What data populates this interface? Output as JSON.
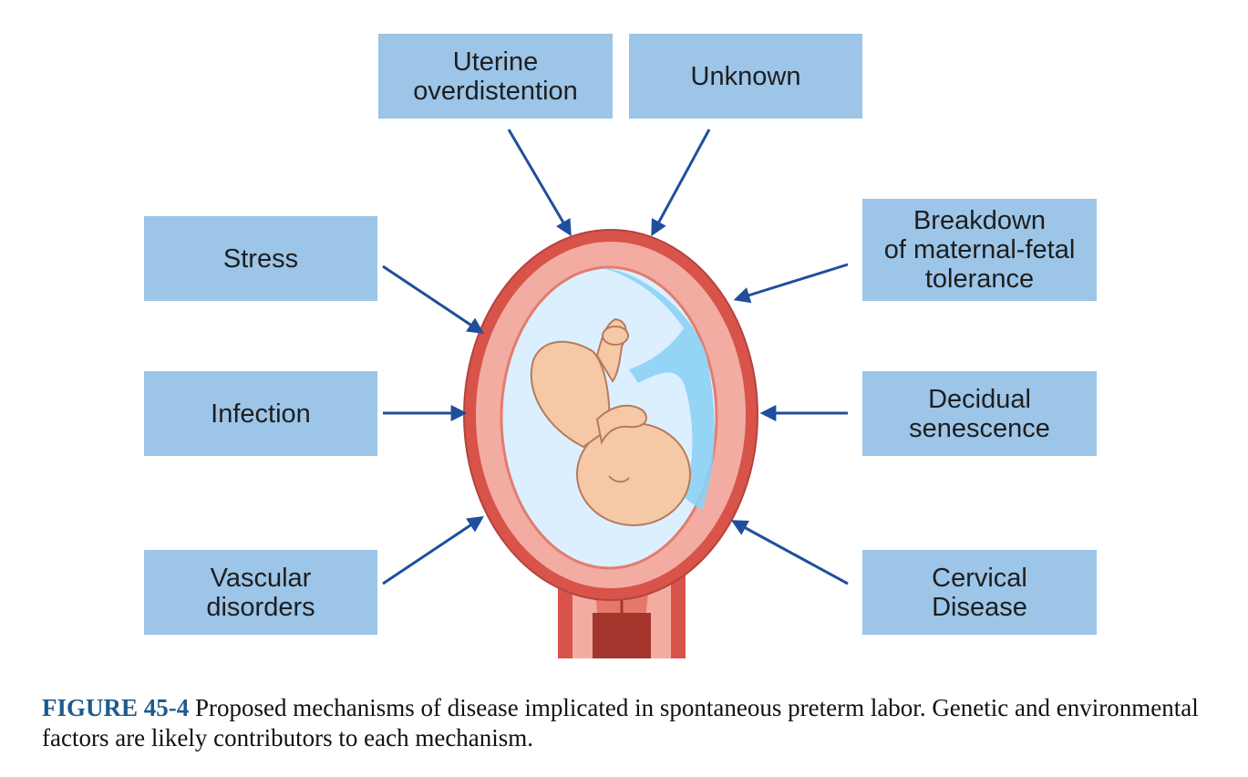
{
  "labels": {
    "uterine_overdistention": "Uterine\noverdistention",
    "unknown": "Unknown",
    "stress": "Stress",
    "infection": "Infection",
    "vascular_disorders": "Vascular\ndisorders",
    "breakdown_tolerance": "Breakdown\nof maternal-fetal\ntolerance",
    "decidual_senescence": "Decidual\nsenescence",
    "cervical_disease": "Cervical\nDisease"
  },
  "caption": {
    "figure_label": "FIGURE 45-4",
    "text": " Proposed mechanisms of disease implicated in spontaneous preterm labor. Genetic and environmental factors are likely contributors to each mechanism."
  },
  "colors": {
    "box_fill": "#9cc5e8",
    "arrow": "#1f4f9c",
    "uterus_outer": "#d8534a",
    "uterus_inner": "#f3aca2",
    "amniotic_fluid": "#dcefff",
    "fetus": "#f6c9a6"
  }
}
